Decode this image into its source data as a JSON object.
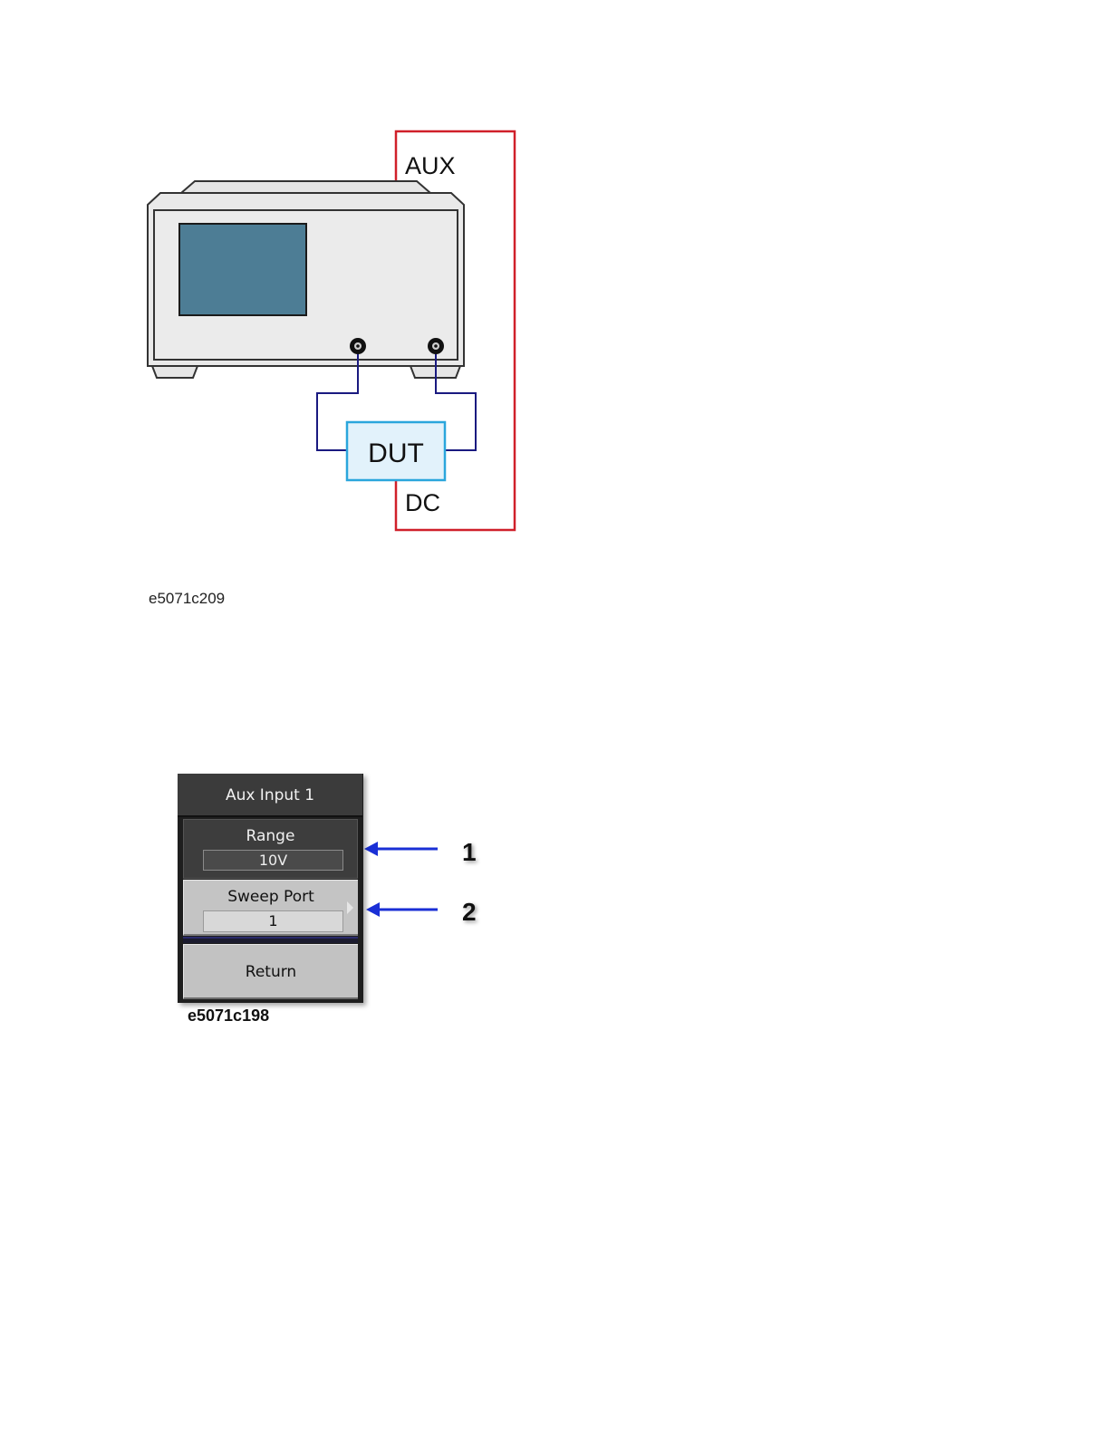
{
  "diagram": {
    "labels": {
      "aux": "AUX",
      "dut": "DUT",
      "dc": "DC"
    },
    "colors": {
      "dc_wire": "#d0202a",
      "rf_cable": "#1a1a80",
      "dut_fill": "#e2f2fb",
      "dut_border": "#2aa6dc",
      "screen": "#4d7d95",
      "instrument_body": "#e9e9e9"
    },
    "caption": "e5071c209"
  },
  "softkey_menu": {
    "title": "Aux Input 1",
    "range_label": "Range",
    "range_value": "10V",
    "sweep_port_label": "Sweep Port",
    "sweep_port_value": "1",
    "return_label": "Return",
    "callouts": [
      "1",
      "2"
    ],
    "caption": "e5071c198"
  }
}
